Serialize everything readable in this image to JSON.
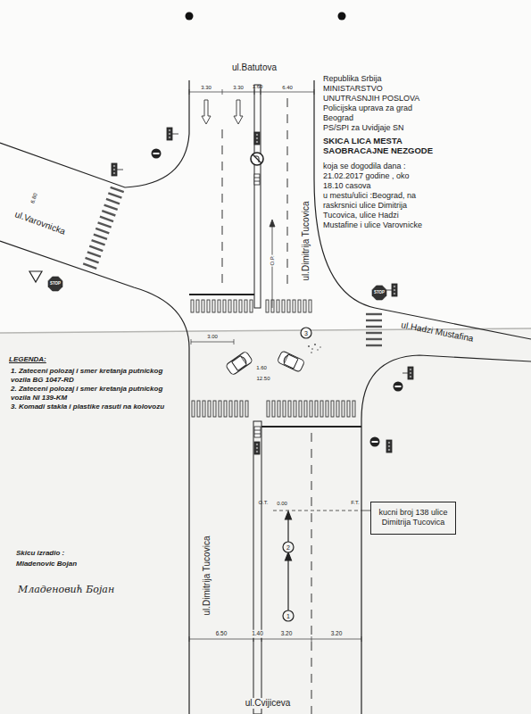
{
  "diagram": {
    "title": "SKICA LICA MESTA SAOBRACAJNE NEZGODE",
    "nodes": [
      {
        "text": [
          "kucni broj 138 ulice Dimitrija Tucovica"
        ]
      }
    ],
    "labels": [
      "Republika Srbija",
      "MINISTARSTVO",
      "UNUTRASNJIH POSLOVA",
      "Policijska uprava za grad",
      "Beograd",
      "PS/SPI za Uvidjaje SN",
      "koja se dogodila dana :",
      "21.02.2017 godine , oko",
      "18.10 casova",
      "u mestu/ulici :Beograd, na",
      "raskrsnici ulice Dimitrija",
      "Tucovica, ulice Hadzi",
      "Mustafine i ulice Varovnicke",
      "ul.Batutova",
      "ul.Varovnicka",
      "ul.Dimitrija Tucovica",
      "ul.Hadzi Mustafina",
      "ul.Dimitrija Tucovica",
      "ul.Cvijiceva",
      "3.30",
      "3.30",
      "1.60",
      "6.40",
      "6.80",
      "O.P.",
      "3.00",
      "1.60",
      "12.50",
      "O.T.",
      "0.00",
      "F.T.",
      "6.50",
      "1.40",
      "3.20",
      "3.20",
      "1",
      "2",
      "3",
      "LEGENDA:",
      "Skicu izradio :",
      "Mladenovic Bojan",
      "Младеновић Бојан",
      "STOP",
      "STOP"
    ],
    "legend": [
      {
        "text": "1. Zateceni polozaj i smer kretanja putnickog vozila BG 1047-RD"
      },
      {
        "text": "2. Zateceni polozaj i smer kretanja putnickog vozila NI 139-KM"
      },
      {
        "text": "3. Komadi stakla i plastike rasuti na kolovozu"
      }
    ]
  }
}
